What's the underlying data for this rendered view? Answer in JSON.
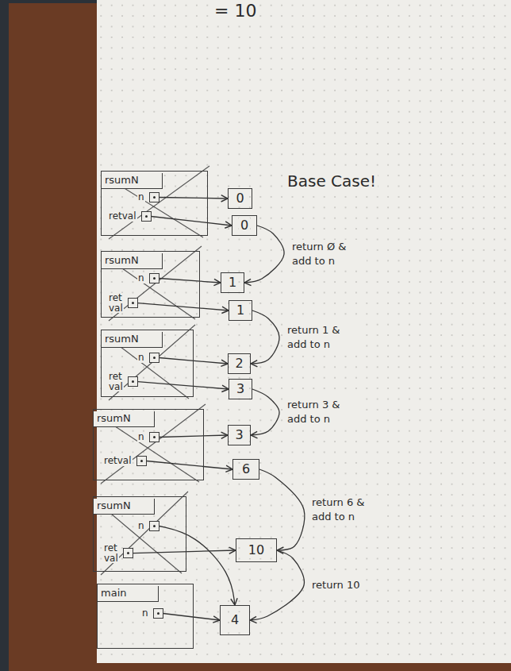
{
  "diagram": {
    "nodes": [
      {
        "text": [
          "rsumN"
        ]
      },
      {
        "text": [
          "n"
        ],
        "in": 0
      },
      {
        "text": [
          "retval"
        ],
        "in": 0
      },
      {
        "text": [
          "0"
        ]
      },
      {
        "text": [
          "0"
        ]
      },
      {
        "text": [
          "rsumN"
        ]
      },
      {
        "text": [
          "n"
        ],
        "in": 5
      },
      {
        "text": [
          "ret val"
        ],
        "in": 5
      },
      {
        "text": [
          "1"
        ]
      },
      {
        "text": [
          "1"
        ]
      },
      {
        "text": [
          "rsumN"
        ]
      },
      {
        "text": [
          "n"
        ],
        "in": 10
      },
      {
        "text": [
          "ret val"
        ],
        "in": 10
      },
      {
        "text": [
          "2"
        ]
      },
      {
        "text": [
          "3"
        ]
      },
      {
        "text": [
          "rsumN"
        ]
      },
      {
        "text": [
          "n"
        ],
        "in": 15
      },
      {
        "text": [
          "retval"
        ],
        "in": 15
      },
      {
        "text": [
          "3"
        ]
      },
      {
        "text": [
          "6"
        ]
      },
      {
        "text": [
          "rsumN"
        ]
      },
      {
        "text": [
          "n"
        ],
        "in": 20
      },
      {
        "text": [
          "ret val"
        ],
        "in": 20
      },
      {
        "text": [
          "10"
        ]
      },
      {
        "text": [
          "main"
        ]
      },
      {
        "text": [
          "n"
        ],
        "in": 24
      },
      {
        "text": [
          "4"
        ]
      }
    ],
    "edges": [
      {
        "from": 1,
        "to": 3,
        "arrow": "to"
      },
      {
        "from": 2,
        "to": 4,
        "arrow": "to"
      },
      {
        "from": 4,
        "to": 8,
        "label": "return Ø & add to n",
        "arrow": "to"
      },
      {
        "from": 6,
        "to": 8,
        "arrow": "to"
      },
      {
        "from": 7,
        "to": 9,
        "arrow": "to"
      },
      {
        "from": 9,
        "to": 13,
        "label": "return 1 & add to n",
        "arrow": "to"
      },
      {
        "from": 11,
        "to": 13,
        "arrow": "to"
      },
      {
        "from": 12,
        "to": 14,
        "arrow": "to"
      },
      {
        "from": 14,
        "to": 18,
        "label": "return 3 & add to n",
        "arrow": "to"
      },
      {
        "from": 16,
        "to": 18,
        "arrow": "to"
      },
      {
        "from": 17,
        "to": 19,
        "arrow": "to"
      },
      {
        "from": 19,
        "to": 23,
        "label": "return 6 & add to n",
        "arrow": "to"
      },
      {
        "from": 21,
        "to": 26,
        "arrow": "to"
      },
      {
        "from": 22,
        "to": 23,
        "arrow": "to"
      },
      {
        "from": 23,
        "to": 26,
        "label": "return 10",
        "arrow": "to"
      },
      {
        "from": 25,
        "to": 26,
        "arrow": "to"
      }
    ],
    "labels": [
      "= 10",
      "Base Case!"
    ]
  }
}
